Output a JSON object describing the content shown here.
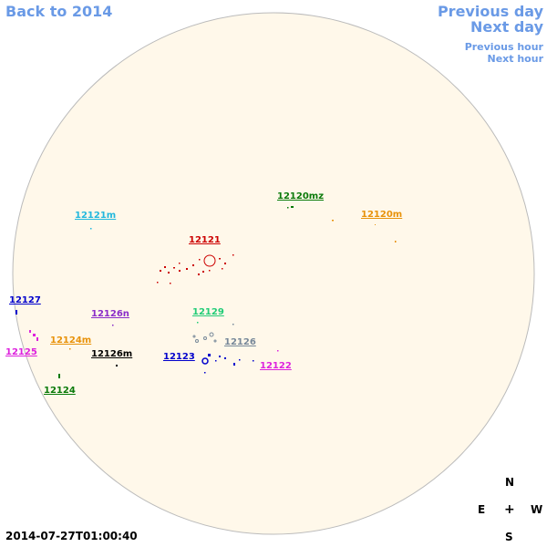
{
  "nav": {
    "back": "Back to 2014",
    "previous_day": "Previous day",
    "next_day": "Next day",
    "previous_hour": "Previous hour",
    "next_hour": "Next hour"
  },
  "colors": {
    "nav": "#6a9ae6",
    "disk_fill": "#fff8ea",
    "disk_stroke": "#bbbbbb"
  },
  "regions": [
    {
      "label": "12120mz",
      "color": "#0a7a0a"
    },
    {
      "label": "12120m",
      "color": "#e8920a"
    },
    {
      "label": "12121m",
      "color": "#22b8dd"
    },
    {
      "label": "12121",
      "color": "#cc0000"
    },
    {
      "label": "12127",
      "color": "#0000cc"
    },
    {
      "label": "12126n",
      "color": "#8a2cc8"
    },
    {
      "label": "12129",
      "color": "#22cc77"
    },
    {
      "label": "12124m",
      "color": "#e8920a"
    },
    {
      "label": "12126",
      "color": "#778899"
    },
    {
      "label": "12125",
      "color": "#dd22dd"
    },
    {
      "label": "12126m",
      "color": "#000000"
    },
    {
      "label": "12123",
      "color": "#0000cc"
    },
    {
      "label": "12122",
      "color": "#dd22dd"
    },
    {
      "label": "12124",
      "color": "#0a7a0a"
    }
  ],
  "compass": {
    "north": "N",
    "south": "S",
    "east": "E",
    "west": "W",
    "center": "+"
  },
  "timestamp": "2014-07-27T01:00:40"
}
